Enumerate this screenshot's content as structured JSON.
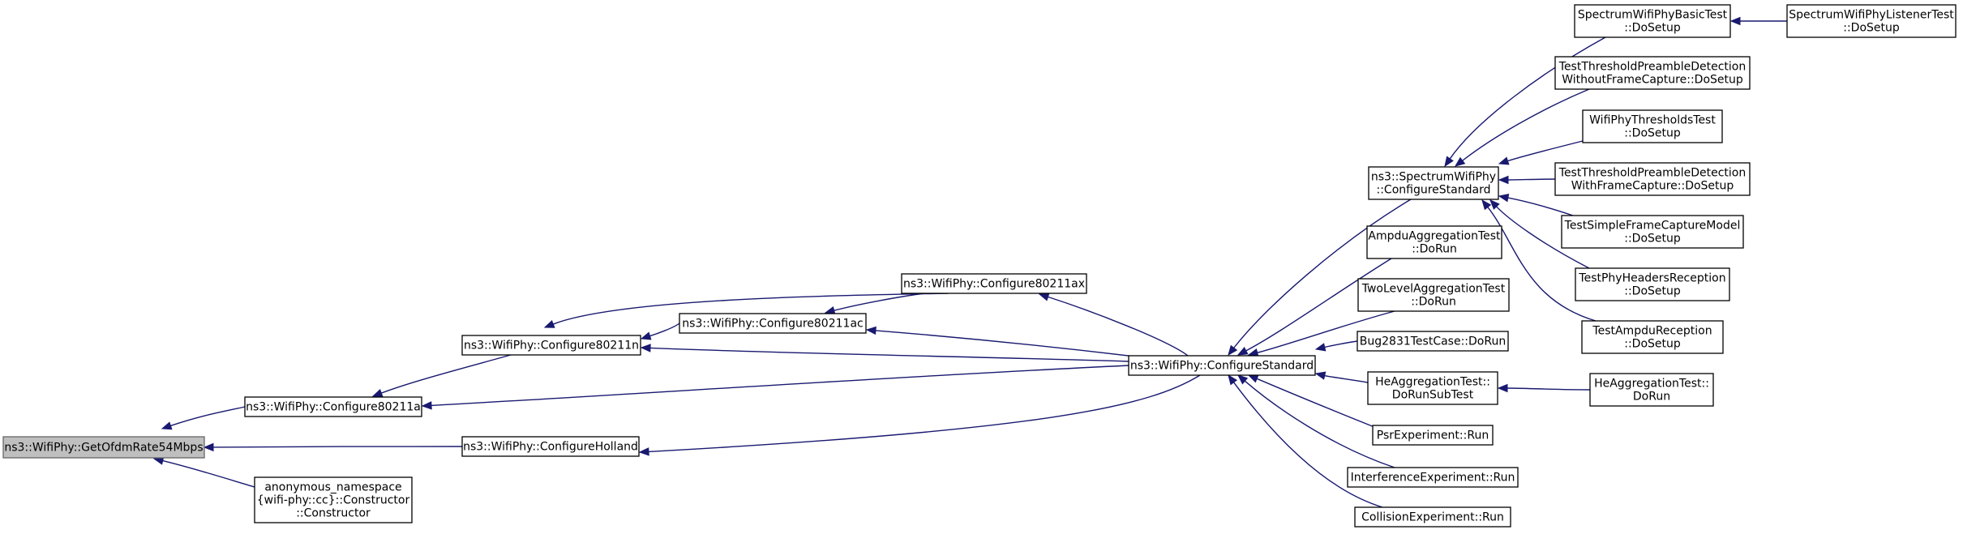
{
  "graph": {
    "nodes": [
      {
        "id": "getofdm",
        "lines": [
          "ns3::WifiPhy::GetOfdmRate54Mbps"
        ],
        "root": true
      },
      {
        "id": "cfg_a",
        "lines": [
          "ns3::WifiPhy::Configure80211a"
        ]
      },
      {
        "id": "anon",
        "lines": [
          "anonymous_namespace",
          "{wifi-phy::cc}::Constructor",
          "::Constructor"
        ]
      },
      {
        "id": "cfg_holland",
        "lines": [
          "ns3::WifiPhy::ConfigureHolland"
        ]
      },
      {
        "id": "cfg_n",
        "lines": [
          "ns3::WifiPhy::Configure80211n"
        ]
      },
      {
        "id": "cfg_ac",
        "lines": [
          "ns3::WifiPhy::Configure80211ac"
        ]
      },
      {
        "id": "cfg_ax",
        "lines": [
          "ns3::WifiPhy::Configure80211ax"
        ]
      },
      {
        "id": "cfg_std",
        "lines": [
          "ns3::WifiPhy::ConfigureStandard"
        ]
      },
      {
        "id": "spec_cfg_std",
        "lines": [
          "ns3::SpectrumWifiPhy",
          "::ConfigureStandard"
        ]
      },
      {
        "id": "ampdu_agg",
        "lines": [
          "AmpduAggregationTest",
          "::DoRun"
        ]
      },
      {
        "id": "twolevel",
        "lines": [
          "TwoLevelAggregationTest",
          "::DoRun"
        ]
      },
      {
        "id": "bug2831",
        "lines": [
          "Bug2831TestCase::DoRun"
        ]
      },
      {
        "id": "he_sub",
        "lines": [
          "HeAggregationTest::",
          "DoRunSubTest"
        ]
      },
      {
        "id": "psr",
        "lines": [
          "PsrExperiment::Run"
        ]
      },
      {
        "id": "interf",
        "lines": [
          "InterferenceExperiment::Run"
        ]
      },
      {
        "id": "collision",
        "lines": [
          "CollisionExperiment::Run"
        ]
      },
      {
        "id": "spec_basic",
        "lines": [
          "SpectrumWifiPhyBasicTest",
          "::DoSetup"
        ]
      },
      {
        "id": "spec_listener",
        "lines": [
          "SpectrumWifiPhyListenerTest",
          "::DoSetup"
        ]
      },
      {
        "id": "thr_without",
        "lines": [
          "TestThresholdPreambleDetection",
          "WithoutFrameCapture::DoSetup"
        ]
      },
      {
        "id": "thresholds",
        "lines": [
          "WifiPhyThresholdsTest",
          "::DoSetup"
        ]
      },
      {
        "id": "thr_with",
        "lines": [
          "TestThresholdPreambleDetection",
          "WithFrameCapture::DoSetup"
        ]
      },
      {
        "id": "simple_fc",
        "lines": [
          "TestSimpleFrameCaptureModel",
          "::DoSetup"
        ]
      },
      {
        "id": "phy_headers",
        "lines": [
          "TestPhyHeadersReception",
          "::DoSetup"
        ]
      },
      {
        "id": "ampdu_rx",
        "lines": [
          "TestAmpduReception",
          "::DoSetup"
        ]
      },
      {
        "id": "he_run",
        "lines": [
          "HeAggregationTest::",
          "DoRun"
        ]
      }
    ],
    "edges": [
      {
        "from": "cfg_a",
        "to": "getofdm"
      },
      {
        "from": "anon",
        "to": "getofdm"
      },
      {
        "from": "cfg_holland",
        "to": "getofdm"
      },
      {
        "from": "cfg_n",
        "to": "cfg_a"
      },
      {
        "from": "cfg_std",
        "to": "cfg_a"
      },
      {
        "from": "cfg_ac",
        "to": "cfg_n"
      },
      {
        "from": "cfg_ax",
        "to": "cfg_n"
      },
      {
        "from": "cfg_std",
        "to": "cfg_n"
      },
      {
        "from": "cfg_ax",
        "to": "cfg_ac"
      },
      {
        "from": "cfg_std",
        "to": "cfg_ac"
      },
      {
        "from": "cfg_std",
        "to": "cfg_ax"
      },
      {
        "from": "cfg_std",
        "to": "cfg_holland"
      },
      {
        "from": "spec_cfg_std",
        "to": "cfg_std"
      },
      {
        "from": "ampdu_agg",
        "to": "cfg_std"
      },
      {
        "from": "twolevel",
        "to": "cfg_std"
      },
      {
        "from": "bug2831",
        "to": "cfg_std"
      },
      {
        "from": "he_sub",
        "to": "cfg_std"
      },
      {
        "from": "psr",
        "to": "cfg_std"
      },
      {
        "from": "interf",
        "to": "cfg_std"
      },
      {
        "from": "collision",
        "to": "cfg_std"
      },
      {
        "from": "spec_basic",
        "to": "spec_cfg_std"
      },
      {
        "from": "thr_without",
        "to": "spec_cfg_std"
      },
      {
        "from": "thresholds",
        "to": "spec_cfg_std"
      },
      {
        "from": "thr_with",
        "to": "spec_cfg_std"
      },
      {
        "from": "simple_fc",
        "to": "spec_cfg_std"
      },
      {
        "from": "phy_headers",
        "to": "spec_cfg_std"
      },
      {
        "from": "ampdu_rx",
        "to": "spec_cfg_std"
      },
      {
        "from": "spec_listener",
        "to": "spec_basic"
      },
      {
        "from": "he_run",
        "to": "he_sub"
      }
    ]
  },
  "colors": {
    "edge": "#191970",
    "root_fill": "#bfbfbf",
    "root_stroke": "#666666",
    "node_stroke": "#000000"
  }
}
